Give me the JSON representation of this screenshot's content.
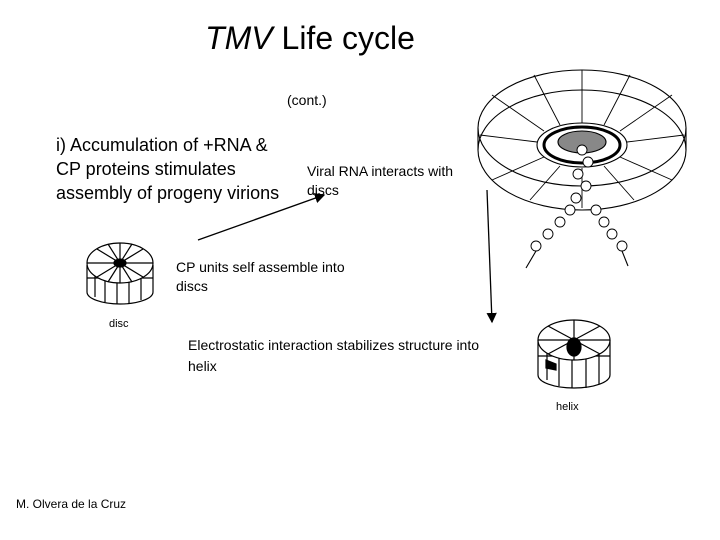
{
  "title": {
    "italic_part": "TMV",
    "rest": "Life cycle"
  },
  "subtitle": "(cont.)",
  "main_point": "i) Accumulation of +RNA & CP proteins stimulates assembly of progeny virions",
  "annotations": {
    "viral_rna": "Viral RNA interacts with discs",
    "cp_units": "CP units self assemble into discs",
    "electrostatic": "Electrostatic interaction stabilizes structure into helix"
  },
  "figure_labels": {
    "disc": "disc",
    "helix": "helix"
  },
  "author": "M. Olvera de la Cruz",
  "illustrations": [
    "disc-icon",
    "large-disc-with-rna-icon",
    "helix-icon"
  ]
}
